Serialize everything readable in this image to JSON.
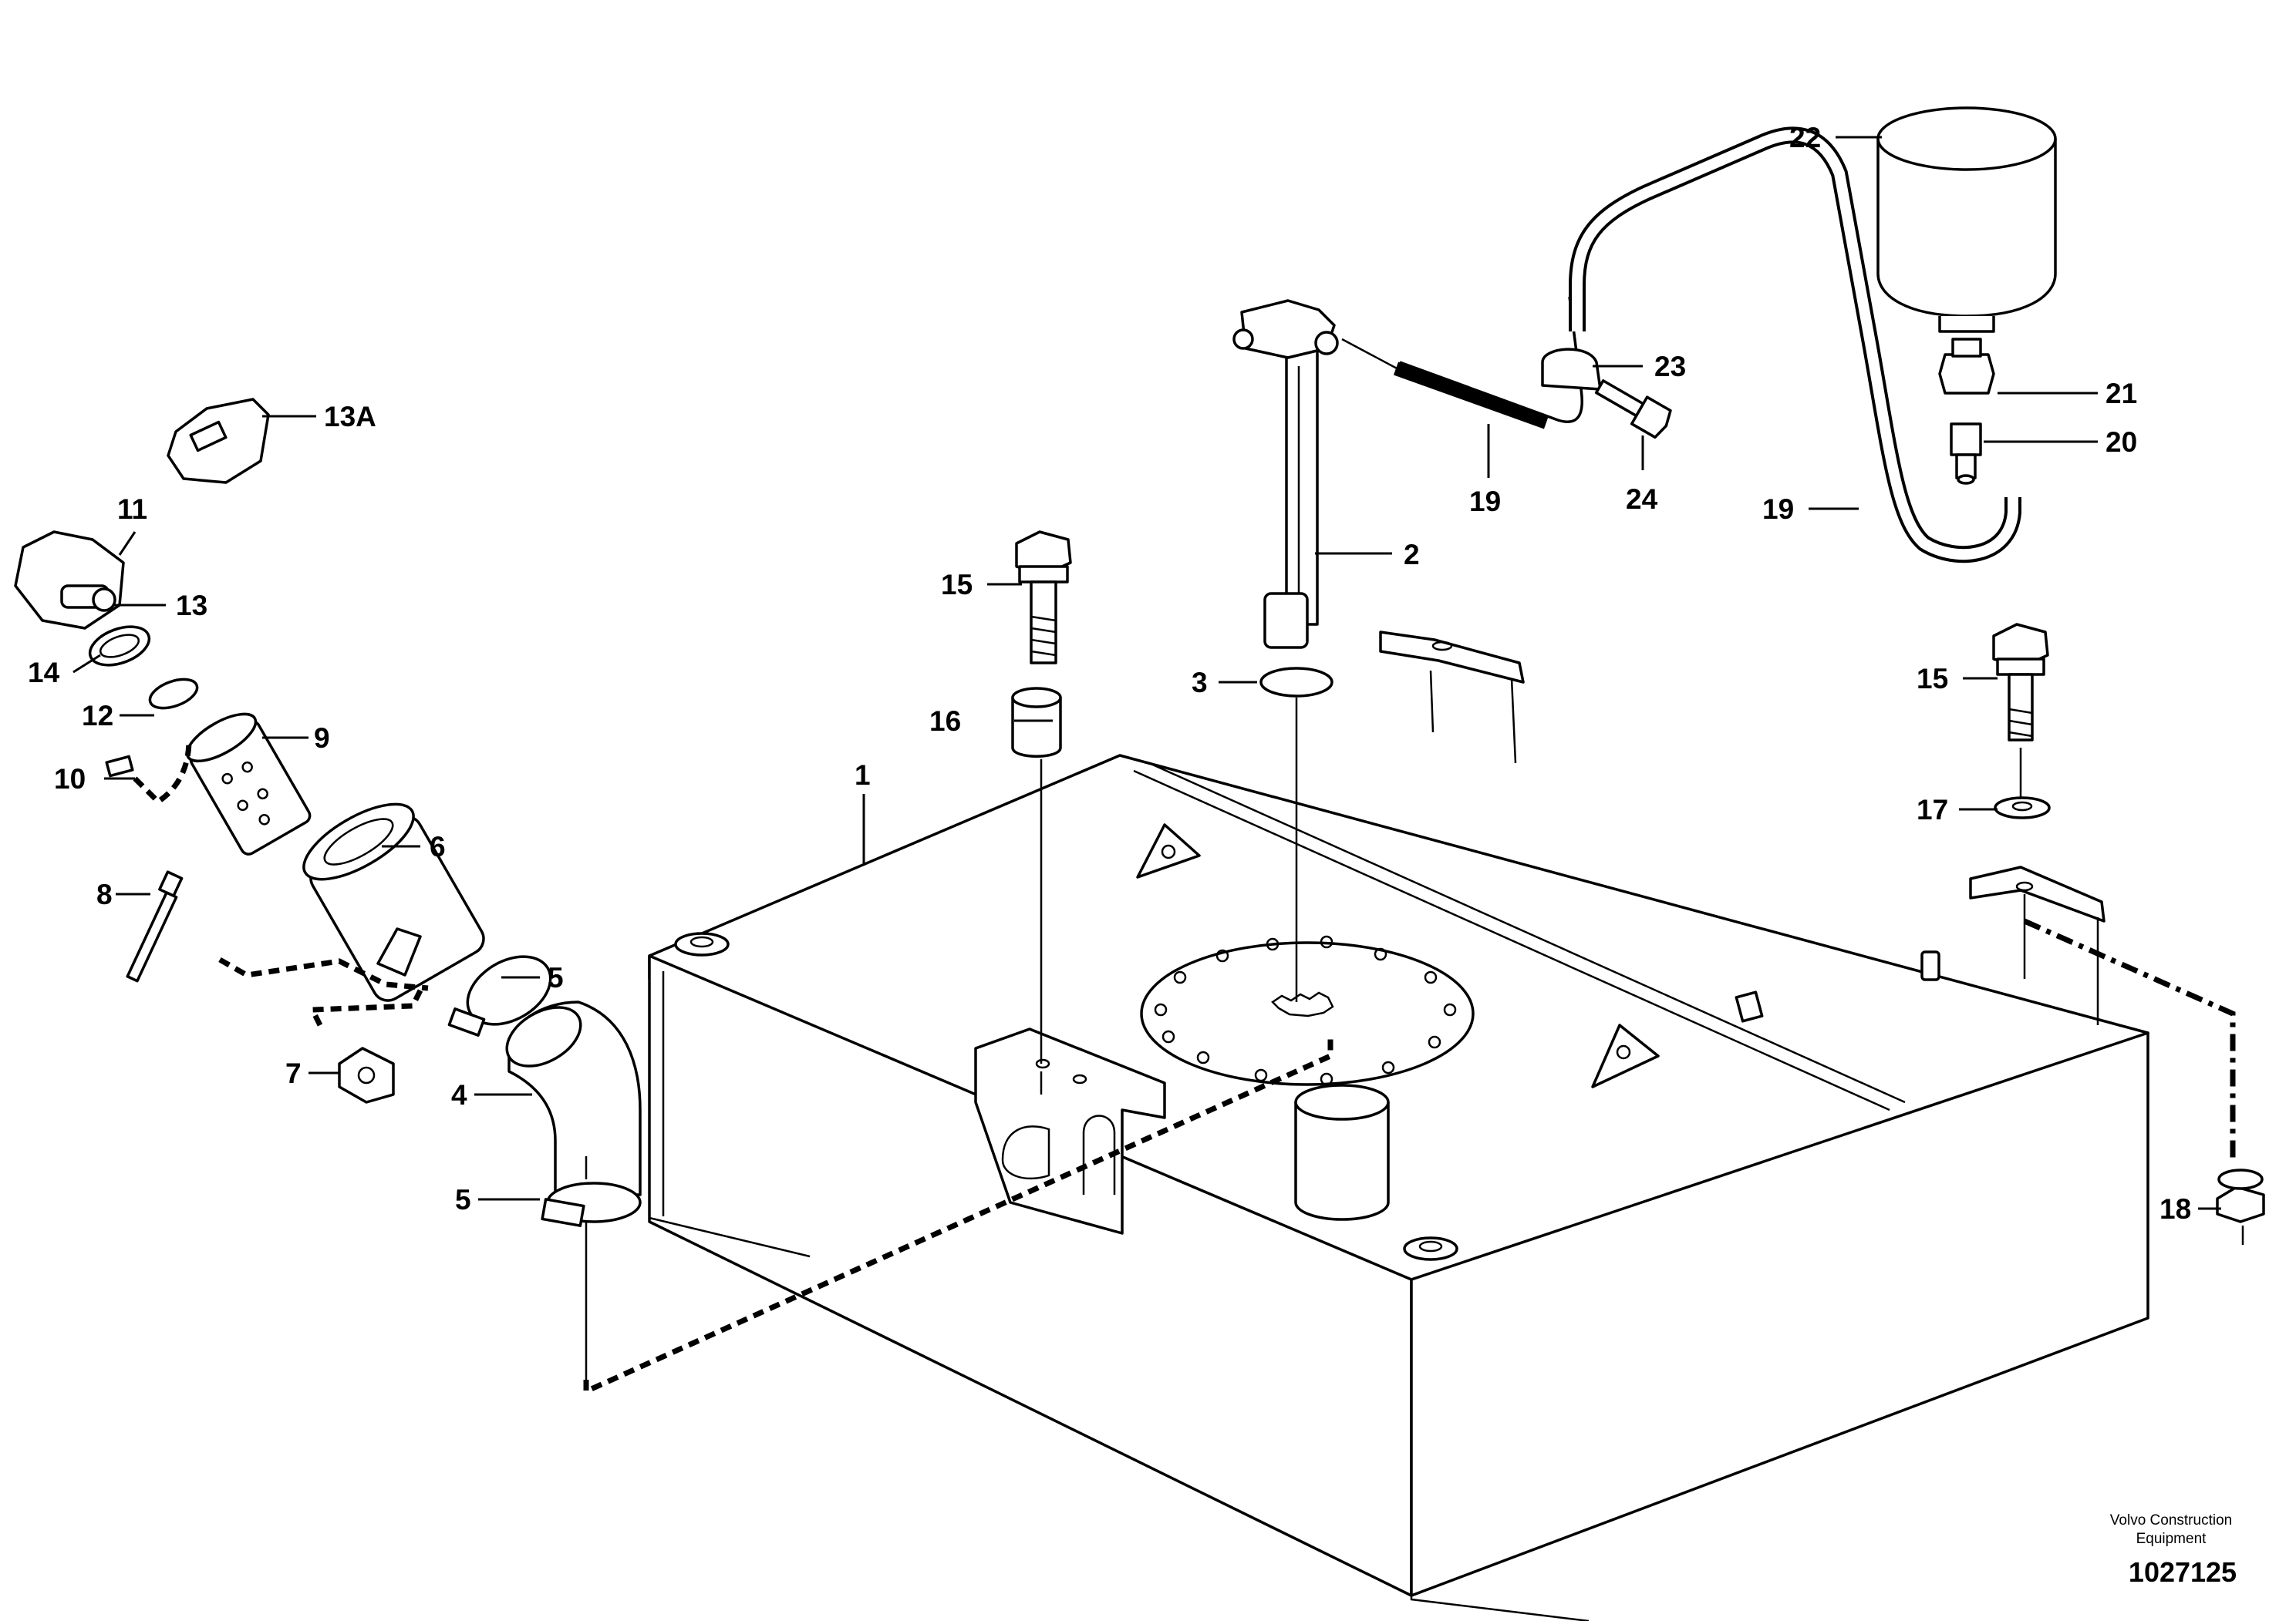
{
  "callouts": {
    "c1": "1",
    "c2": "2",
    "c3": "3",
    "c4": "4",
    "c5a": "5",
    "c5b": "5",
    "c6": "6",
    "c7": "7",
    "c8": "8",
    "c9": "9",
    "c10": "10",
    "c11": "11",
    "c12": "12",
    "c13": "13",
    "c13a": "13A",
    "c14": "14",
    "c15a": "15",
    "c15b": "15",
    "c16": "16",
    "c17": "17",
    "c18": "18",
    "c19a": "19",
    "c19b": "19",
    "c20": "20",
    "c21": "21",
    "c22": "22",
    "c23": "23",
    "c24": "24"
  },
  "credit": {
    "line1": "Volvo Construction",
    "line2": "Equipment",
    "drawing_number": "1027125"
  }
}
